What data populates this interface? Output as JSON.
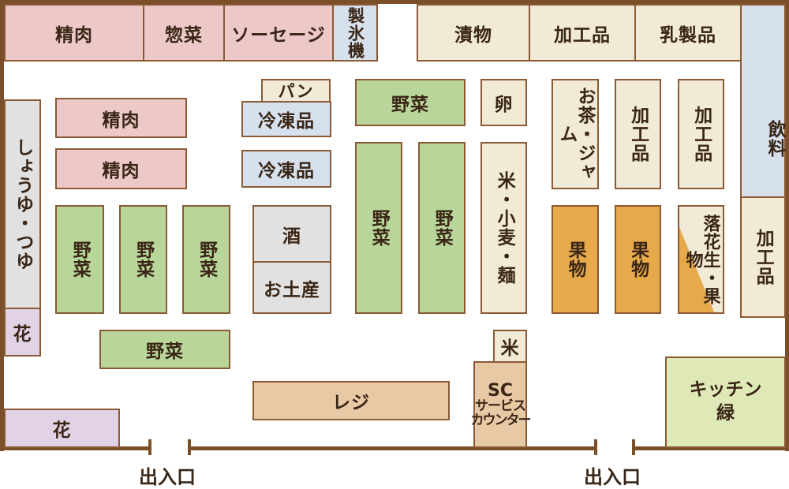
{
  "wall_color": "#7a4f2a",
  "colors": {
    "meat": "#ecc9c8",
    "grocery": "#f1ead6",
    "frozen": "#d7e1ee",
    "vegetable": "#b9d69a",
    "liquor": "#e1e1e1",
    "fruit": "#e7aa4a",
    "register": "#e7c9a6",
    "flower": "#e2d2e6",
    "kitchen": "#dfe9b7"
  },
  "sections": {
    "seiniku_top": "精肉",
    "sozai": "惣菜",
    "sausage": "ソーセージ",
    "seihyoki": "製氷機",
    "tsukemono": "漬物",
    "kakohin_top": "加工品",
    "nyuseihin": "乳製品",
    "inryo": "飲料",
    "pan": "パン",
    "reitohin_1": "冷凍品",
    "reitohin_2": "冷凍品",
    "yasai_top": "野菜",
    "tamago": "卵",
    "ocha_jam": "お茶・ジャム",
    "kakohin_mid1": "加工品",
    "kakohin_mid2": "加工品",
    "shoyu_tsuyu": "しょうゆ・つゆ",
    "seiniku_1": "精肉",
    "seiniku_2": "精肉",
    "yasai_col1": "野菜",
    "yasai_col2": "野菜",
    "yasai_col3": "野菜",
    "sake": "酒",
    "omiyage": "お土産",
    "yasai_tall1": "野菜",
    "yasai_tall2": "野菜",
    "kome_komugi_men": "米・小麦・麺",
    "kudamono_1": "果物",
    "kudamono_2": "果物",
    "rakkasei_kudamono": "落花生・果物",
    "kakohin_right": "加工品",
    "hana_small": "花",
    "yasai_bottom": "野菜",
    "kome_small": "米",
    "sc_title": "SC",
    "sc_service": "サービス",
    "sc_counter": "カウンター",
    "reji": "レジ",
    "kitchen_1": "キッチン",
    "kitchen_2": "緑",
    "hana_bottom": "花"
  },
  "entrances": {
    "left": "出入口",
    "right": "出入口"
  }
}
